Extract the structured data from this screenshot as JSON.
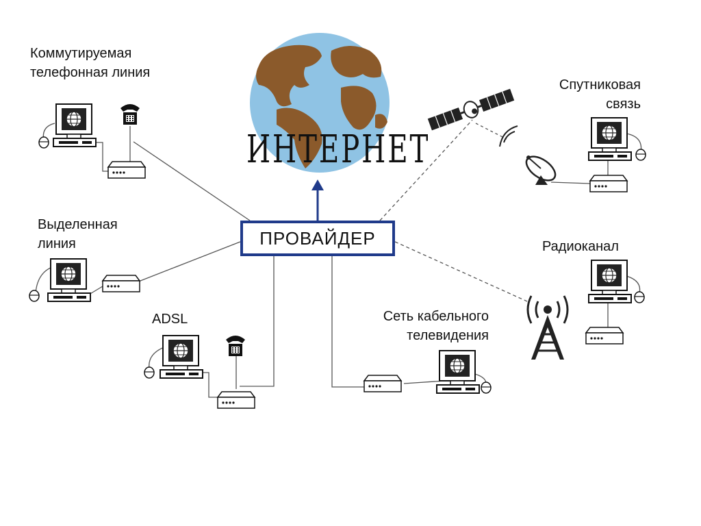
{
  "title": "Интернет",
  "provider_label": "ПРОВАЙДЕР",
  "connections": {
    "dialup": {
      "line1": "Коммутируемая",
      "line2": "телефонная линия"
    },
    "leased": {
      "line1": "Выделенная",
      "line2": "линия"
    },
    "adsl": {
      "line1": "ADSL"
    },
    "cable": {
      "line1": "Сеть кабельного",
      "line2": "телевидения"
    },
    "satellite": {
      "line1": "Спутниковая",
      "line2": "связь"
    },
    "radio": {
      "line1": "Радиоканал"
    }
  },
  "colors": {
    "ocean": "#8fc3e4",
    "land": "#8b5a2b",
    "provider_border": "#1f3a8a",
    "arrow": "#1f3a8a",
    "lines": "#555555"
  },
  "icons": [
    "globe-icon",
    "computer-icon",
    "modem-icon",
    "telephone-icon",
    "satellite-icon",
    "satellite-dish-icon",
    "radio-tower-icon"
  ]
}
